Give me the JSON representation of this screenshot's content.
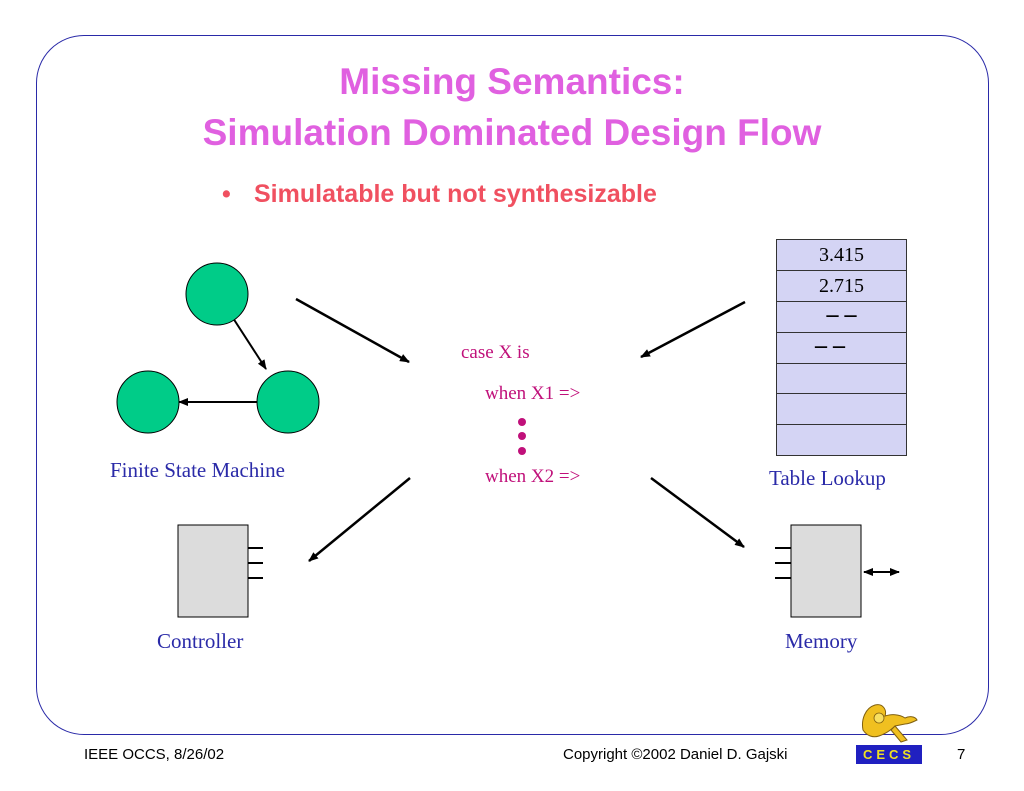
{
  "slide": {
    "title_line1": "Missing Semantics:",
    "title_line2": "Simulation Dominated Design Flow",
    "bullet_symbol": "•",
    "bullet_text": "Simulatable but not synthesizable"
  },
  "diagram": {
    "fsm_label": "Finite State Machine",
    "table_label": "Table Lookup",
    "controller_label": "Controller",
    "memory_label": "Memory",
    "table_values": [
      "3.415",
      "2.715",
      "– –",
      "– –",
      "",
      "",
      ""
    ],
    "code_lines": [
      "case X is",
      "when X1 =>",
      "when X2 =>"
    ]
  },
  "footer": {
    "left": "IEEE OCCS, 8/26/02",
    "copyright": "Copyright ©2002 Daniel D. Gajski",
    "page_number": "7",
    "logo_text": "CECS"
  },
  "colors": {
    "title": "#e060e0",
    "bullet": "#f05060",
    "label": "#2a2aa8",
    "code": "#c0107a",
    "state_fill": "#00cc88",
    "table_fill": "#d4d4f4",
    "block_fill": "#dcdcdc"
  }
}
